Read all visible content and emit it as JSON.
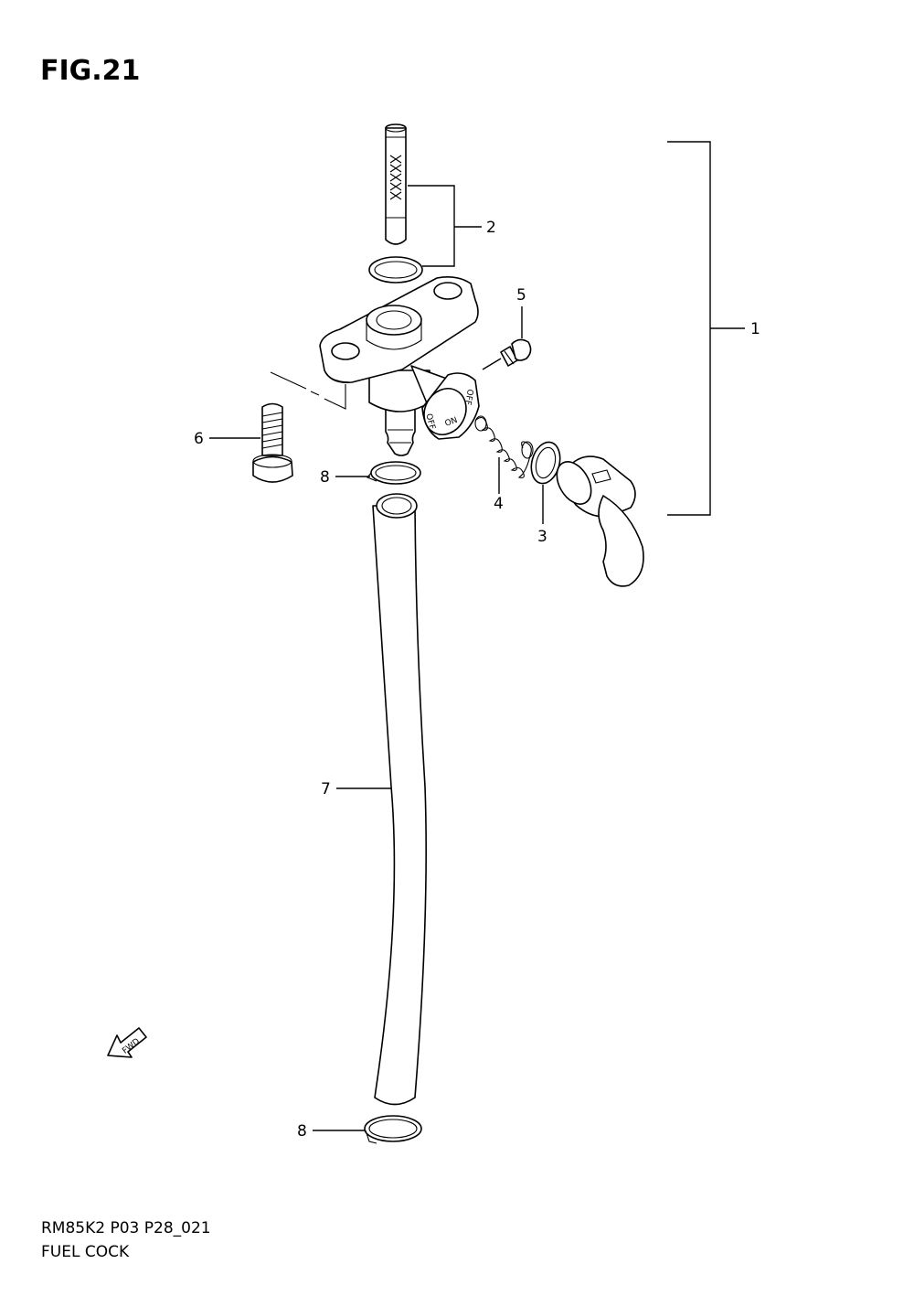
{
  "figure": {
    "title": "FIG.21",
    "model_code": "RM85K2 P03 P28_021",
    "name": "FUEL COCK"
  },
  "callouts": {
    "c1": "1",
    "c2": "2",
    "c3": "3",
    "c4": "4",
    "c5": "5",
    "c6": "6",
    "c7": "7",
    "c8a": "8",
    "c8b": "8"
  },
  "lever_marks": {
    "off": "OFF",
    "on": "ON",
    "off2": "OFF"
  },
  "fwd_arrow": {
    "label": "FWD",
    "icon": "fwd-arrow-icon"
  }
}
